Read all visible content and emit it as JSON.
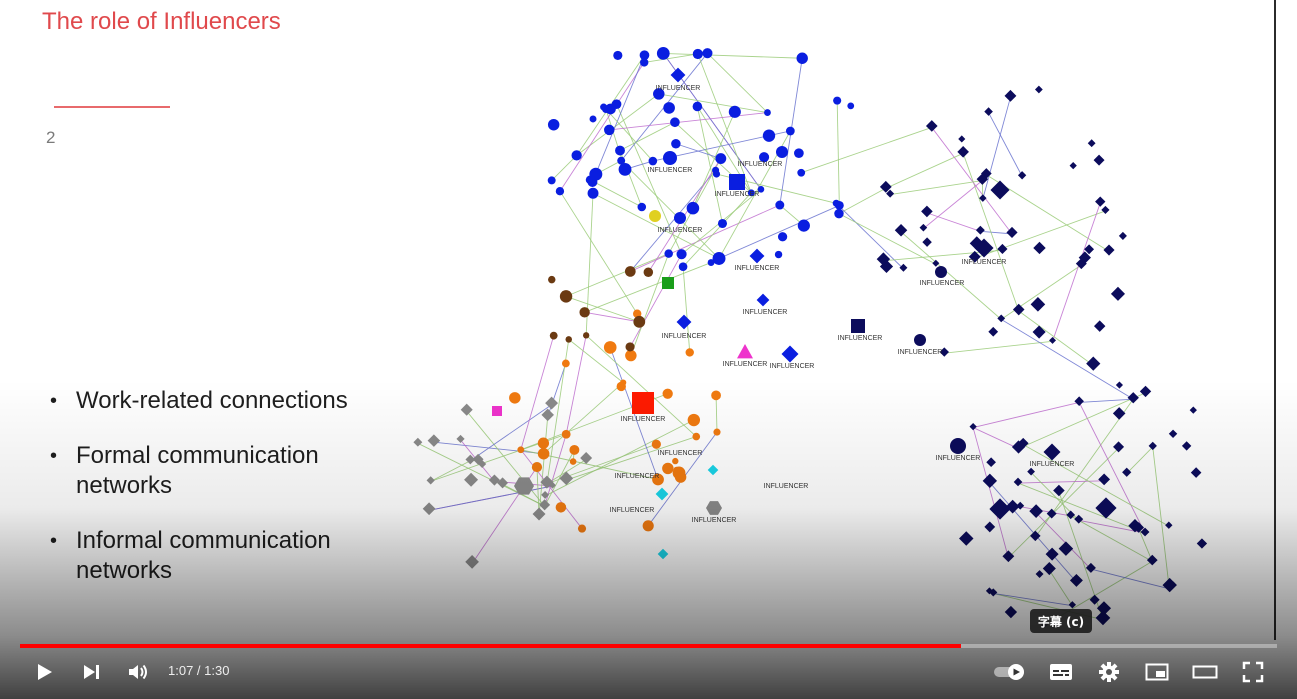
{
  "slide": {
    "title": "The role of Influencers",
    "page_number": "2",
    "bullets": [
      "Work-related connections",
      "Formal communication networks",
      "Informal communication networks"
    ]
  },
  "network": {
    "influencer_label": "INFLUENCER",
    "colors": {
      "blue": "#0a1ee0",
      "navy": "#0c0c5c",
      "green": "#1a9e1a",
      "orange": "#f07a10",
      "brown": "#6b3a12",
      "grey": "#8a8a8a",
      "red": "#ff1a00",
      "cyan": "#19d4e8",
      "magenta": "#ee33cc",
      "yellow": "#e0d020",
      "edge_green": "#9ccc7a",
      "edge_blue": "#6a74d0",
      "edge_purple": "#c070d0"
    }
  },
  "player": {
    "current_time": "1:07",
    "separator": " / ",
    "duration": "1:30",
    "progress_fraction": 0.749,
    "tooltip": "字幕 (c)",
    "icons": {
      "play": "play-icon",
      "next": "next-icon",
      "volume": "volume-icon",
      "autoplay": "autoplay-toggle-icon",
      "subtitles": "subtitles-icon",
      "settings": "gear-icon",
      "miniplayer": "miniplayer-icon",
      "theater": "theater-icon",
      "fullscreen": "fullscreen-icon"
    }
  }
}
